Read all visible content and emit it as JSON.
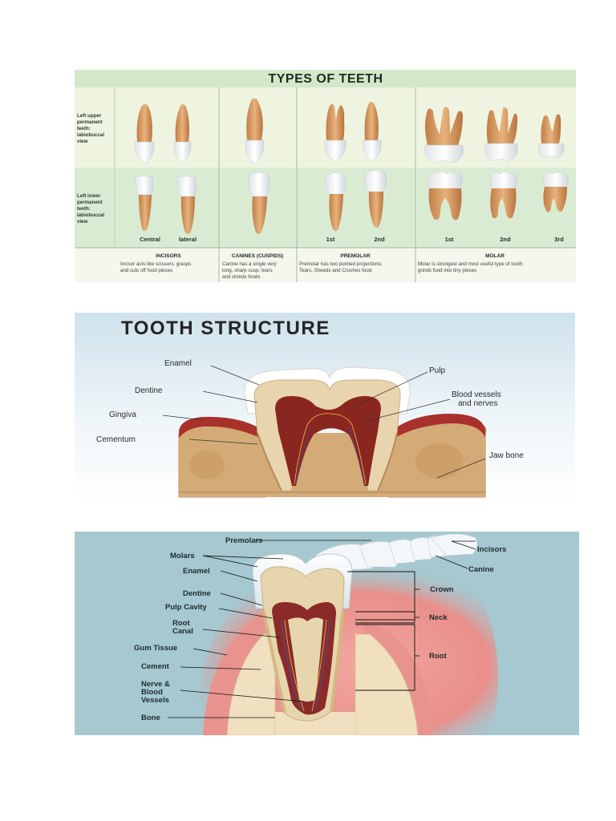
{
  "types_of_teeth": {
    "title": "TYPES OF TEETH",
    "row_upper_label": [
      "Left upper",
      "permanent",
      "teeth:",
      "labiobuccal",
      "view"
    ],
    "row_lower_label": [
      "Left lower",
      "permanent",
      "teeth:",
      "labiobuccal",
      "view"
    ],
    "tooth_labels": {
      "central": "Central",
      "lateral": "lateral",
      "premolar_1": "1st",
      "premolar_2": "2nd",
      "molar_1": "1st",
      "molar_2": "2nd",
      "molar_3": "3rd"
    },
    "categories": [
      {
        "name": "INCISORS",
        "desc": [
          "Incisor acts like scissors; grasps",
          "and cuts off food pieces"
        ]
      },
      {
        "name": "CANINES (CUSPIDS)",
        "desc": [
          "Canine has a single very",
          "long, sharp cusp; tears",
          "and shreds foods"
        ]
      },
      {
        "name": "PREMOLAR",
        "desc": [
          "Premolar has two pointed projections;",
          "Tears, Sheeds and Crushes food."
        ]
      },
      {
        "name": "MOLAR",
        "desc": [
          "Molar is strongest and most useful type of tooth;",
          "grinds food into tiny pieces"
        ]
      }
    ]
  },
  "tooth_structure": {
    "title": "TOOTH STRUCTURE",
    "labels": {
      "enamel": "Enamel",
      "dentine": "Dentine",
      "gingiva": "Gingiva",
      "cementum": "Cementum",
      "pulp": "Pulp",
      "blood_vessels_1": "Blood vessels",
      "blood_vessels_2": "and nerves",
      "jaw_bone": "Jaw bone"
    }
  },
  "tooth_anatomy": {
    "labels": {
      "premolars": "Premolars",
      "incisors": "Incisors",
      "molars": "Molars",
      "canine": "Canine",
      "enamel": "Enamel",
      "crown": "Crown",
      "dentine": "Dentine",
      "pulp_cavity": "Pulp Cavity",
      "neck": "Neck",
      "root_canal_1": "Root",
      "root_canal_2": "Canal",
      "gum_tissue": "Gum Tissue",
      "root": "Root",
      "cement": "Cement",
      "nerve_1": "Nerve &",
      "nerve_2": "Blood",
      "nerve_3": "Vessels",
      "bone": "Bone"
    }
  },
  "colors": {
    "panel1_bg": "#f1f5e6",
    "panel1_band": "#d3e8c8",
    "tooth_root": "#d9a06a",
    "tooth_crown": "#f2f2f0",
    "panel2_bone": "#d4aa77",
    "panel2_gum": "#a8312c",
    "panel2_pulp": "#8a2620",
    "panel2_dentine": "#e8d4ad",
    "panel3_bg": "#a6c8d0",
    "panel3_gum": "#e98f8a"
  }
}
